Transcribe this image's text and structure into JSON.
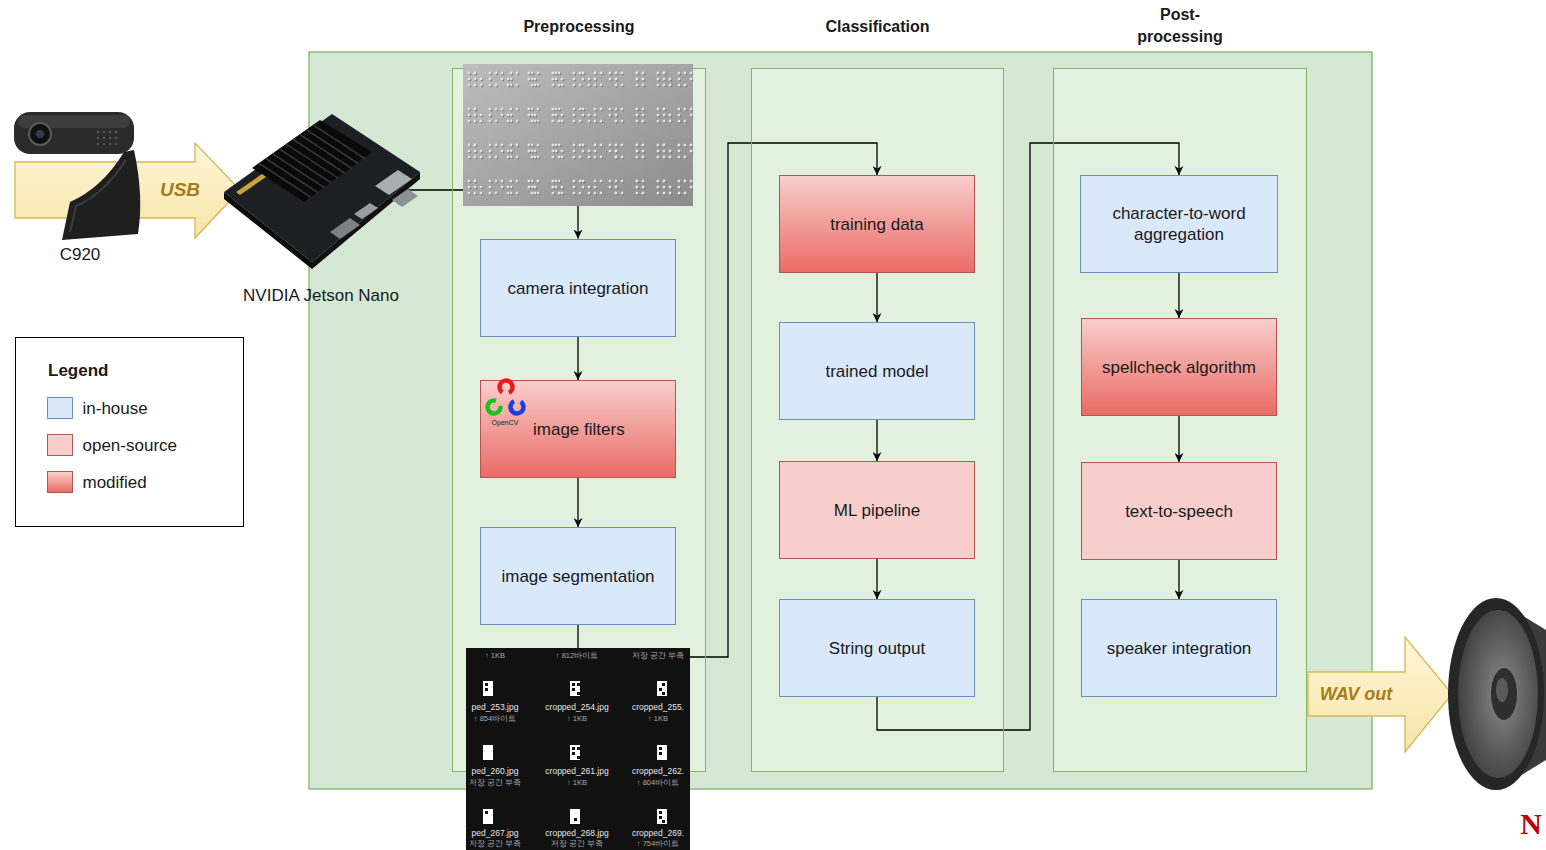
{
  "diagram": {
    "nodes": [
      {
        "text": [
          "Preprocessing"
        ]
      },
      {
        "text": [
          "camera integration"
        ],
        "in": 0
      },
      {
        "text": [
          "image filters"
        ],
        "in": 0
      },
      {
        "text": [
          "image segmentation"
        ],
        "in": 0
      },
      {
        "text": [
          "Classification"
        ]
      },
      {
        "text": [
          "training data"
        ],
        "in": 4
      },
      {
        "text": [
          "trained model"
        ],
        "in": 4
      },
      {
        "text": [
          "ML pipeline"
        ],
        "in": 4
      },
      {
        "text": [
          "String output"
        ],
        "in": 4
      },
      {
        "text": [
          "Post- processing"
        ]
      },
      {
        "text": [
          "character-to-word aggregation"
        ],
        "in": 9
      },
      {
        "text": [
          "spellcheck algorithm"
        ],
        "in": 9
      },
      {
        "text": [
          "text-to-speech"
        ],
        "in": 9
      },
      {
        "text": [
          "speaker integration"
        ],
        "in": 9
      }
    ],
    "edges": [
      {
        "from": 1,
        "to": 2,
        "arrow": "to"
      },
      {
        "from": 2,
        "to": 3,
        "arrow": "to"
      },
      {
        "from": 3,
        "to": 5,
        "arrow": "to"
      },
      {
        "from": 5,
        "to": 6,
        "arrow": "to"
      },
      {
        "from": 6,
        "to": 7,
        "arrow": "to"
      },
      {
        "from": 7,
        "to": 8,
        "arrow": "to"
      },
      {
        "from": 8,
        "to": 10,
        "arrow": "to"
      },
      {
        "from": 10,
        "to": 11,
        "arrow": "to"
      },
      {
        "from": 11,
        "to": 12,
        "arrow": "to"
      },
      {
        "from": 12,
        "to": 13,
        "arrow": "to"
      }
    ],
    "labels": [
      "C920",
      "USB",
      "NVIDIA Jetson Nano",
      "Legend",
      "OpenCV",
      "↑ 1KB",
      "↑ 812바이트",
      "저장 공간 부족",
      "ped_253.jpg",
      "cropped_254.jpg",
      "cropped_255.",
      "↑ 854바이트",
      "↑ 1KB",
      "↑ 1KB",
      "ped_260.jpg",
      "cropped_261.jpg",
      "cropped_262.",
      "저장 공간 부족",
      "↑ 1KB",
      "↑ 804바이트",
      "ped_267.jpg",
      "cropped_268.jpg",
      "cropped_269.",
      "저장 공간 부족",
      "저장 공간 부족",
      "↑ 754바이트",
      "WAV out",
      "N"
    ],
    "legend": [
      {
        "text": "in-house",
        "color": "#dae8fc"
      },
      {
        "text": "open-source",
        "color": "#f8cecc"
      },
      {
        "text": "modified",
        "color": "#ea6b66"
      }
    ]
  }
}
